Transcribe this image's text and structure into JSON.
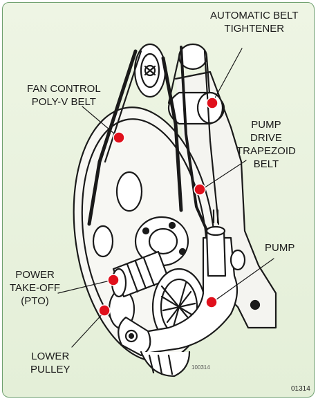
{
  "labels": {
    "automatic_belt_tightener": [
      "AUTOMATIC BELT",
      "TIGHTENER"
    ],
    "fan_control_belt": [
      "FAN CONTROL",
      "POLY-V BELT"
    ],
    "pump_drive_belt": [
      "PUMP",
      "DRIVE",
      "TRAPEZOID",
      "BELT"
    ],
    "pump": [
      "PUMP"
    ],
    "power_take_off": [
      "POWER",
      "TAKE-OFF",
      "(PTO)"
    ],
    "lower_pulley": [
      "LOWER",
      "PULLEY"
    ]
  },
  "figure_code": "01314",
  "drawing_code": "100314",
  "colors": {
    "background": "#e6f0da",
    "border": "#6fa06f",
    "callout_dot": "#e0101c",
    "line_art": "#1a1a1a"
  }
}
